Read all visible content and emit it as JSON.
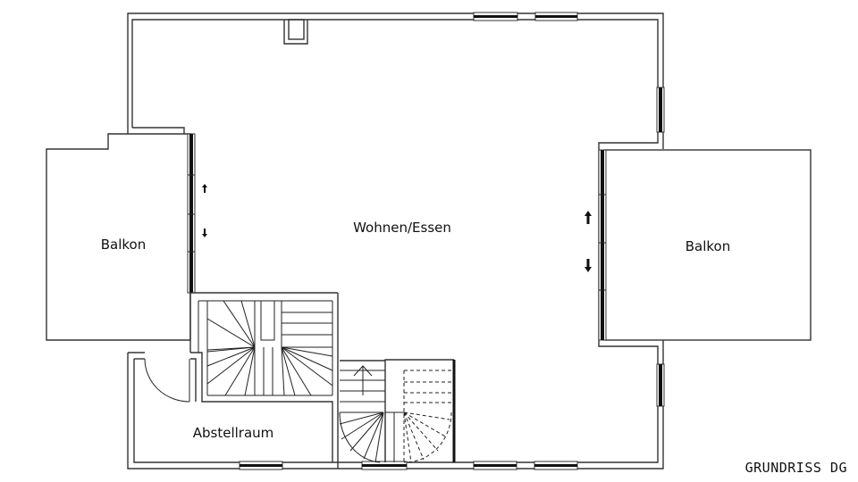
{
  "rooms": {
    "living": "Wohnen/Essen",
    "balcony_left": "Balkon",
    "balcony_right": "Balkon",
    "storage": "Abstellraum"
  },
  "title": "GRUNDRISS DG",
  "icons": [
    "arrow-up-icon",
    "arrow-down-icon",
    "stair-direction-arrow-icon"
  ]
}
